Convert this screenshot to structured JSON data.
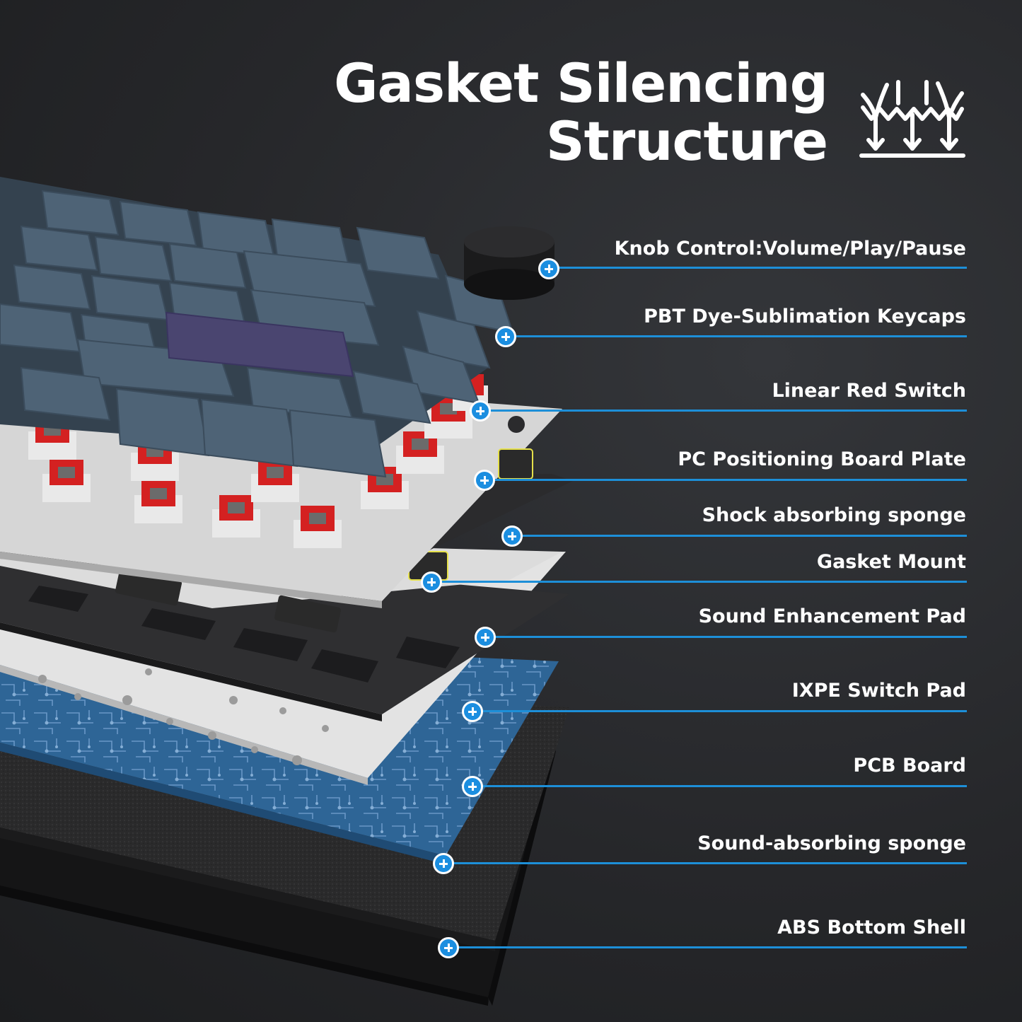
{
  "title": {
    "line1": "Gasket Silencing",
    "line2": "Structure"
  },
  "title_icon": "sound-dampening-icon",
  "callouts": [
    {
      "label": "Knob Control:Volume/Play/Pause"
    },
    {
      "label": "PBT Dye-Sublimation Keycaps"
    },
    {
      "label": "Linear Red Switch"
    },
    {
      "label": "PC Positioning Board Plate"
    },
    {
      "label": "Shock absorbing sponge"
    },
    {
      "label": "Gasket Mount"
    },
    {
      "label": "Sound Enhancement Pad"
    },
    {
      "label": "IXPE Switch Pad"
    },
    {
      "label": "PCB Board"
    },
    {
      "label": "Sound-absorbing sponge"
    },
    {
      "label": "ABS Bottom Shell"
    }
  ],
  "colors": {
    "accent": "#1d8fd8",
    "keycap": "#4e6376",
    "switch_red": "#d42121",
    "pcb": "#2f6597",
    "plate": "#d9d9d9",
    "foam": "#2b2b2b"
  }
}
